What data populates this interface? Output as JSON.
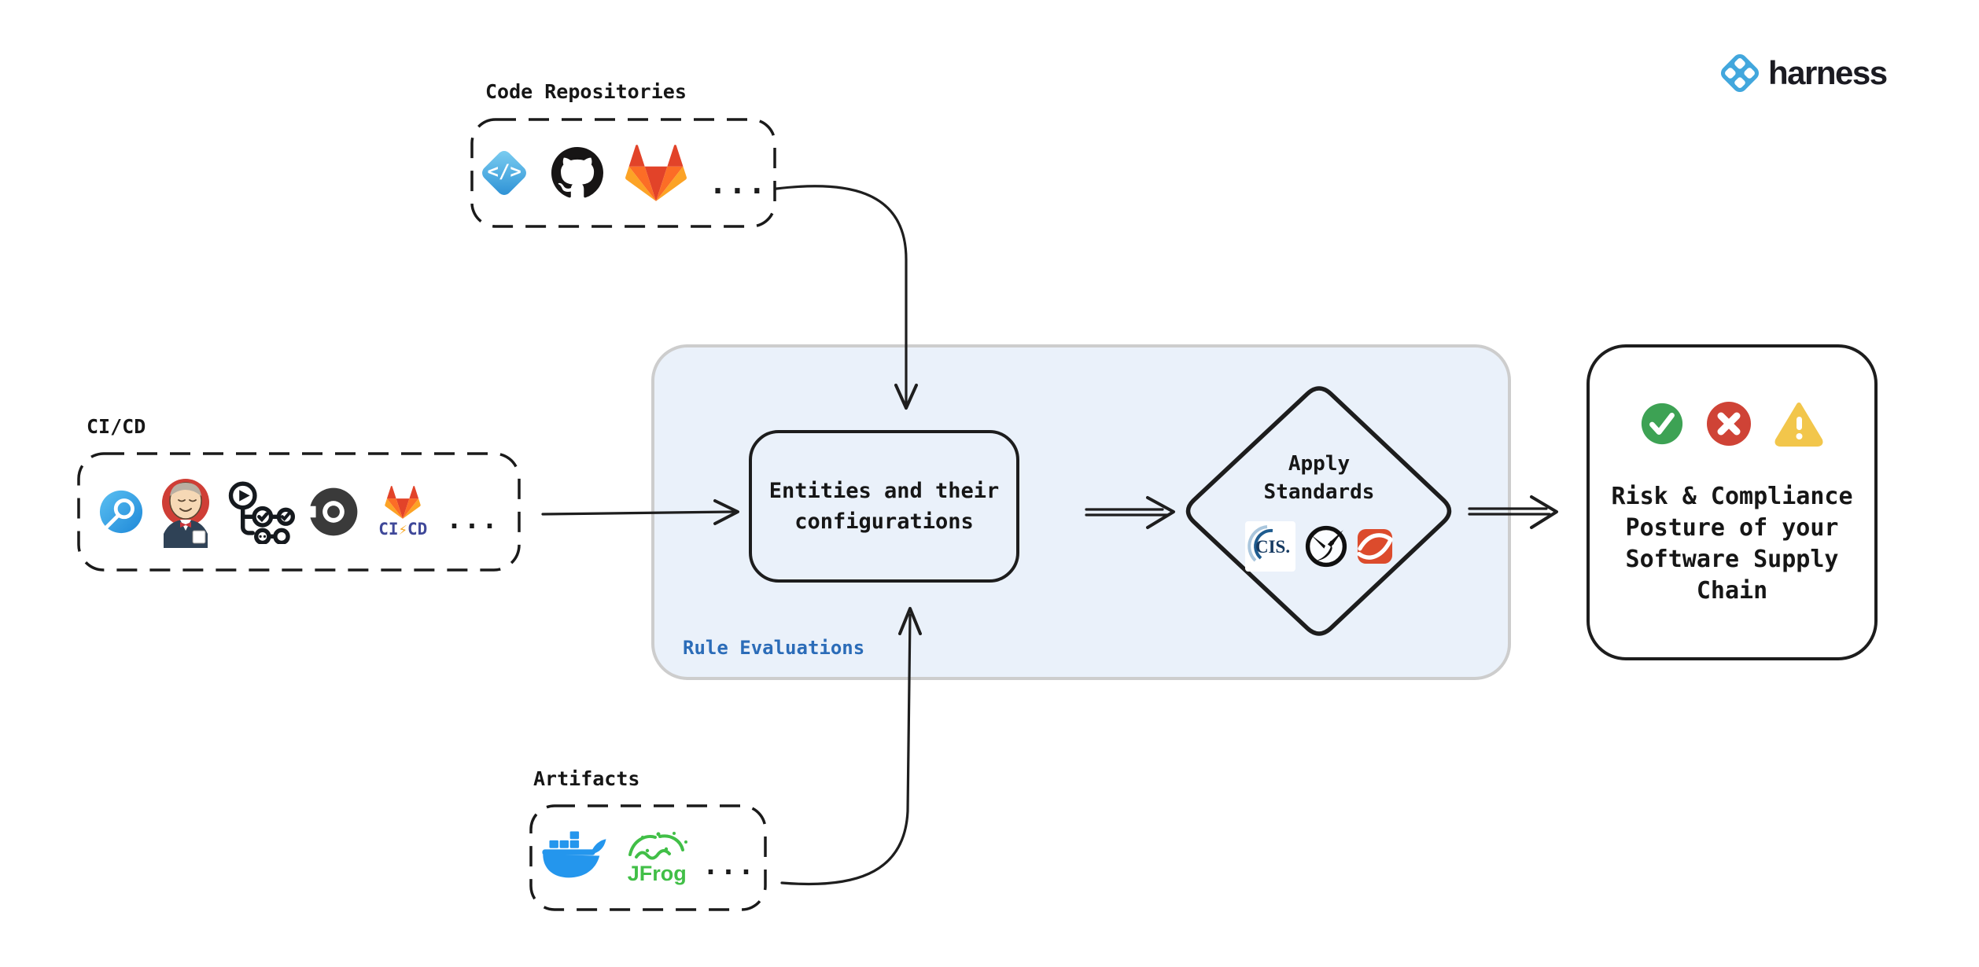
{
  "header": {
    "logo_text": "harness"
  },
  "sources": {
    "code_repositories": {
      "label": "Code Repositories",
      "code_glyph": "</>",
      "more": "..."
    },
    "cicd": {
      "label": "CI/CD",
      "gitlab_ci": "CI",
      "gitlab_bolt": "⚡",
      "gitlab_cd": "CD",
      "more": "..."
    },
    "artifacts": {
      "label": "Artifacts",
      "jfrog_text": "JFrog",
      "more": "..."
    }
  },
  "panel": {
    "label": "Rule Evaluations",
    "entities": {
      "line1": "Entities and their",
      "line2": "configurations"
    },
    "apply_standards": {
      "line1": "Apply",
      "line2": "Standards",
      "cis_text": "CIS."
    }
  },
  "outcome": {
    "line1": "Risk & Compliance",
    "line2": "Posture of your",
    "line3": "Software Supply",
    "line4": "Chain"
  },
  "colors": {
    "ink": "#1d1d1d",
    "panel_fill": "#eaf1fa",
    "panel_border": "#cdcdcd",
    "rule_label_blue": "#2b6cb8",
    "harness_blue": "#42a7dd",
    "success_green": "#3da254",
    "error_red": "#cf4336",
    "warning_yellow": "#f2c64b",
    "docker_blue": "#2496ed",
    "jfrog_green": "#41bf47",
    "gitlab_orange": "#fc6d26",
    "circleci_dark": "#3a3a3a"
  }
}
